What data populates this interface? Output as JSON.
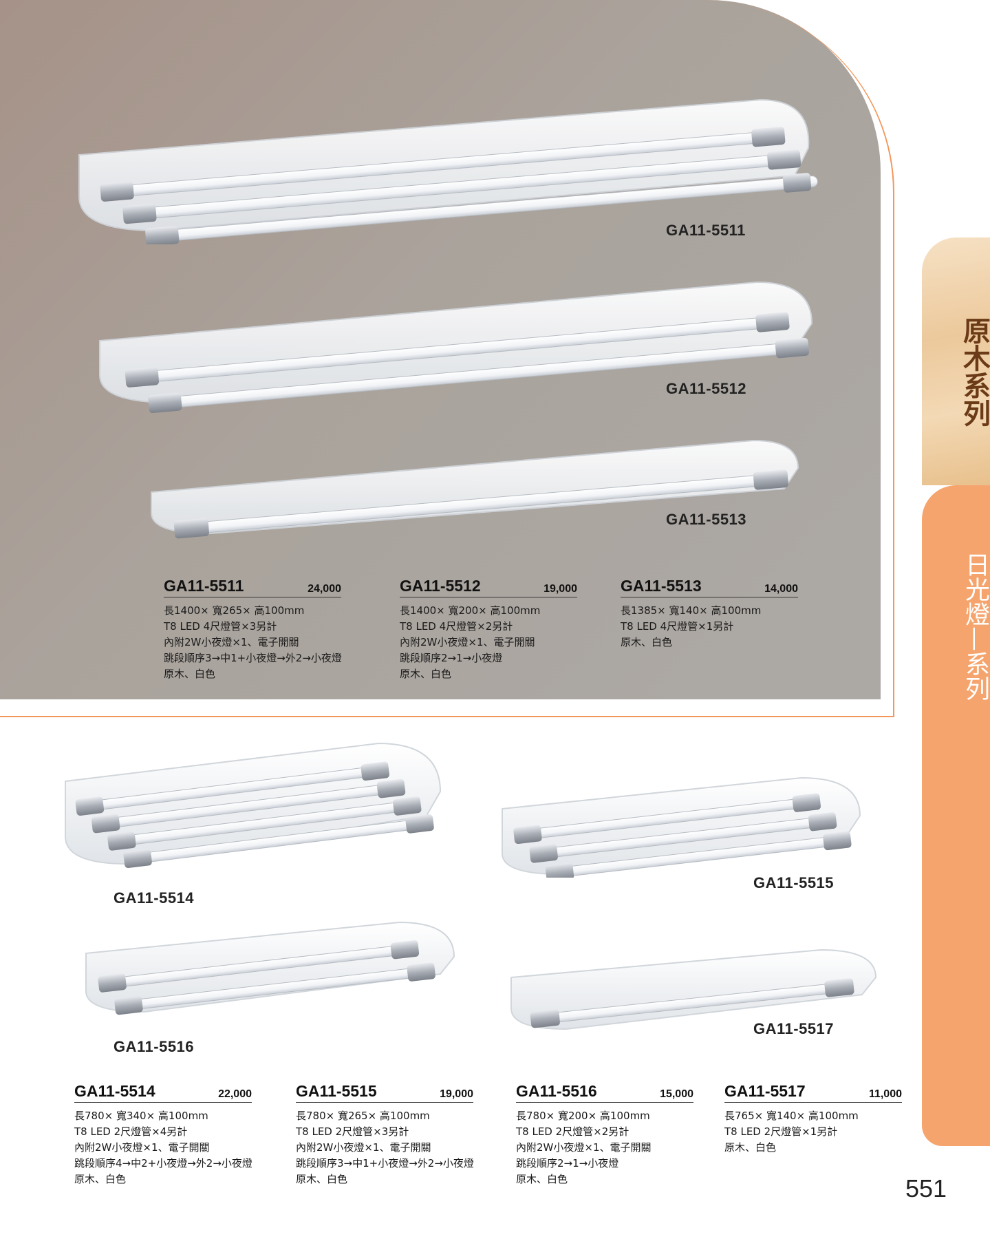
{
  "side_tabs": {
    "wood": "原木系列",
    "fluorescent": "日光燈—系列"
  },
  "page_number": "551",
  "fixtures": {
    "f5511": "GA11-5511",
    "f5512": "GA11-5512",
    "f5513": "GA11-5513",
    "f5514": "GA11-5514",
    "f5515": "GA11-5515",
    "f5516": "GA11-5516",
    "f5517": "GA11-5517"
  },
  "specs": [
    {
      "model": "GA11-5511",
      "price": "24,000",
      "lines": [
        "長1400× 寬265× 高100mm",
        "T8 LED 4尺燈管×3另計",
        "內附2W小夜燈×1、電子開關",
        "跳段順序3→中1+小夜燈→外2→小夜燈",
        "原木、白色"
      ]
    },
    {
      "model": "GA11-5512",
      "price": "19,000",
      "lines": [
        "長1400× 寬200× 高100mm",
        "T8 LED 4尺燈管×2另計",
        "內附2W小夜燈×1、電子開關",
        "跳段順序2→1→小夜燈",
        "原木、白色"
      ]
    },
    {
      "model": "GA11-5513",
      "price": "14,000",
      "lines": [
        "長1385× 寬140× 高100mm",
        "T8 LED 4尺燈管×1另計",
        "原木、白色"
      ]
    },
    {
      "model": "GA11-5514",
      "price": "22,000",
      "lines": [
        "長780× 寬340× 高100mm",
        "T8 LED 2尺燈管×4另計",
        "內附2W小夜燈×1、電子開關",
        "跳段順序4→中2+小夜燈→外2→小夜燈",
        "原木、白色"
      ]
    },
    {
      "model": "GA11-5515",
      "price": "19,000",
      "lines": [
        "長780× 寬265× 高100mm",
        "T8 LED 2尺燈管×3另計",
        "內附2W小夜燈×1、電子開關",
        "跳段順序3→中1+小夜燈→外2→小夜燈",
        "原木、白色"
      ]
    },
    {
      "model": "GA11-5516",
      "price": "15,000",
      "lines": [
        "長780× 寬200× 高100mm",
        "T8 LED 2尺燈管×2另計",
        "內附2W小夜燈×1、電子開關",
        "跳段順序2→1→小夜燈",
        "原木、白色"
      ]
    },
    {
      "model": "GA11-5517",
      "price": "11,000",
      "lines": [
        "長765× 寬140× 高100mm",
        "T8 LED 2尺燈管×1另計",
        "原木、白色"
      ]
    }
  ]
}
